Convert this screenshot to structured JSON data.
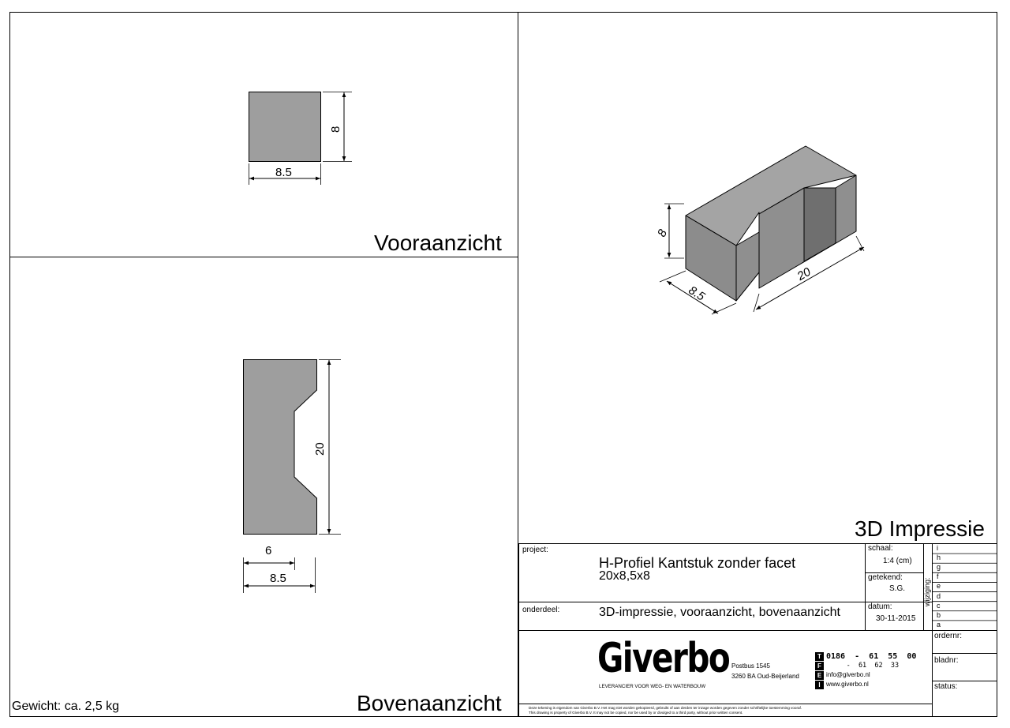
{
  "views": {
    "front_title": "Vooraanzicht",
    "top_title": "Bovenaanzicht",
    "iso_title": "3D Impressie"
  },
  "dimensions": {
    "front_width": "8.5",
    "front_height": "8",
    "top_length": "20",
    "top_inner_width": "6",
    "top_width": "8.5",
    "iso_height": "8",
    "iso_width": "8.5",
    "iso_length": "20"
  },
  "weight": "Gewicht: ca. 2,5 kg",
  "title_block": {
    "project_label": "project:",
    "project_line1": "H-Profiel Kantstuk zonder facet",
    "project_line2": "20x8,5x8",
    "schaal_label": "schaal:",
    "schaal_value": "1:4 (cm)",
    "getekend_label": "getekend:",
    "getekend_value": "S.G.",
    "wijziging_label": "wijziging:",
    "revisions": [
      "i",
      "h",
      "g",
      "f",
      "e",
      "d",
      "c",
      "b",
      "a"
    ],
    "onderdeel_label": "onderdeel:",
    "onderdeel_value": "3D-impressie, vooraanzicht, bovenaanzicht",
    "datum_label": "datum:",
    "datum_value": "30-11-2015",
    "ordernr_label": "ordernr:",
    "bladnr_label": "bladnr:",
    "status_label": "status:",
    "company": {
      "logo": "Giverbo",
      "tagline": "LEVERANCIER VOOR WEG- EN WATERBOUW",
      "address1": "Postbus 1545",
      "address2": "3260 BA Oud-Beijerland",
      "phone_icon": "T",
      "phone": "0186  -  61  55  00",
      "fax_icon": "F",
      "fax": "     -  61  62  33",
      "email_icon": "E",
      "email": "info@giverbo.nl",
      "web_icon": "I",
      "web": "www.giverbo.nl"
    },
    "disclaimer1": "Deze tekening is eigendom van Giverbo B.V. Het mag niet worden gekopieerd, gebruikt of aan derden ter inzage worden gegeven zonder schriftelijke toestemming vooraf.",
    "disclaimer2": "This drawing is property of Giverbo B.V. It may not be copied, nor be used by or divulged to a third party, without prior written consent."
  },
  "colors": {
    "face_light": "#9e9e9e",
    "face_mid": "#8c8c8c",
    "face_dark": "#6f6f6f",
    "line": "#000000"
  }
}
